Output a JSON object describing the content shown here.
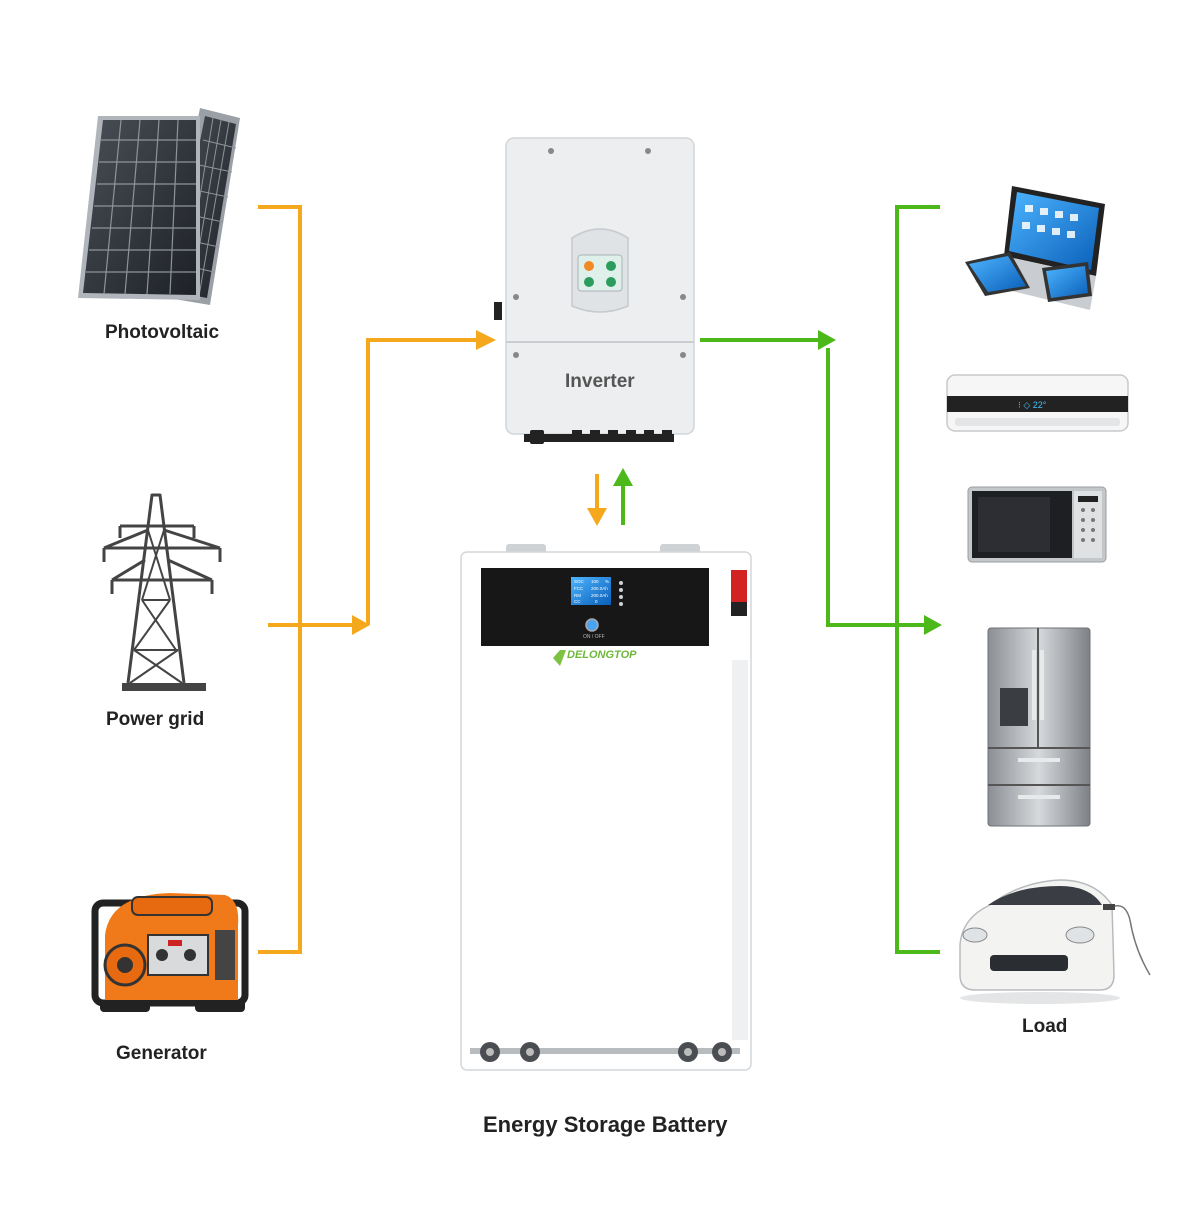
{
  "sources": [
    {
      "id": "photovoltaic",
      "label": "Photovoltaic",
      "icon": "solar-panel-icon"
    },
    {
      "id": "power-grid",
      "label": "Power grid",
      "icon": "transmission-tower-icon"
    },
    {
      "id": "generator",
      "label": "Generator",
      "icon": "generator-icon"
    }
  ],
  "inverter": {
    "label": "Inverter",
    "icon": "inverter-icon"
  },
  "battery": {
    "label": "Energy Storage Battery",
    "brand": "DELONGTOP",
    "switch_label": "ON / OFF",
    "display": {
      "rows": [
        [
          "SOC",
          "100",
          "%"
        ],
        [
          "FCC",
          "200.0",
          "Ah"
        ],
        [
          "RM",
          "200.0",
          "Ah"
        ],
        [
          "CC",
          "0",
          ""
        ]
      ]
    }
  },
  "loads": {
    "label": "Load",
    "items": [
      {
        "id": "computers",
        "icon": "laptop-tablet-phone-icon"
      },
      {
        "id": "air-conditioner",
        "icon": "air-conditioner-icon"
      },
      {
        "id": "microwave",
        "icon": "microwave-icon"
      },
      {
        "id": "refrigerator",
        "icon": "refrigerator-icon"
      },
      {
        "id": "electric-car",
        "icon": "electric-car-icon"
      }
    ]
  },
  "colors": {
    "input_flow": "#f5a81c",
    "output_flow": "#4cb81a",
    "label": "#222222"
  }
}
